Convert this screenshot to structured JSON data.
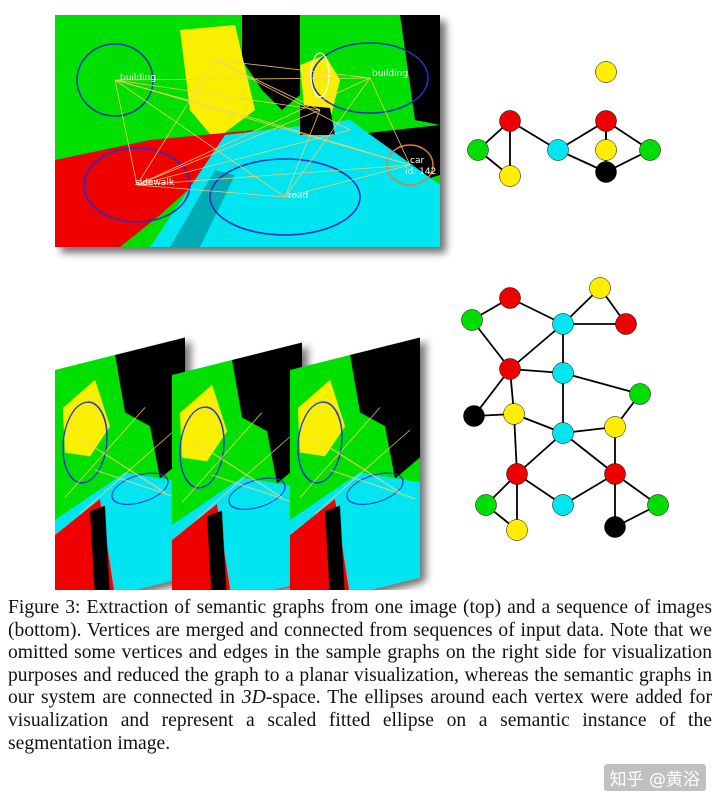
{
  "figure": {
    "caption": {
      "label": "Figure 3:",
      "text_part1": " Extraction of semantic graphs from one image (top) and a sequence of images (bottom). Vertices are merged and connected from sequences of input data. Note that we omitted some vertices and edges in the sample graphs on the right side for visualization purposes and reduced the graph to a planar visualization, whereas the semantic graphs in our system are connected in ",
      "text_em": "3D",
      "text_part2": "-space. The ellipses around each vertex were added for visualization and represent a scaled fitted ellipse on a semantic instance of the segmentation image."
    },
    "top_image_labels": {
      "building_left": "building",
      "building_right": "building",
      "sidewalk": "sidewalk",
      "road": "road",
      "car": "car",
      "car_id": "id: 142"
    },
    "watermark": "知乎 @黄浴",
    "colors": {
      "vegetation": "#00e000",
      "building": "#000000",
      "pole": "#f8f000",
      "road": "#00e5f0",
      "sidewalk": "#f00000",
      "vertex_red": "#ee0000",
      "vertex_green": "#00dd00",
      "vertex_yellow": "#ffee00",
      "vertex_cyan": "#00e6ee",
      "vertex_black": "#000000"
    },
    "graph_top": {
      "nodes": [
        {
          "id": "y1",
          "color": "vertex_yellow"
        },
        {
          "id": "r1",
          "color": "vertex_red"
        },
        {
          "id": "g1",
          "color": "vertex_green"
        },
        {
          "id": "y2",
          "color": "vertex_yellow"
        },
        {
          "id": "c1",
          "color": "vertex_cyan"
        },
        {
          "id": "r2",
          "color": "vertex_red"
        },
        {
          "id": "y3",
          "color": "vertex_yellow"
        },
        {
          "id": "g2",
          "color": "vertex_green"
        },
        {
          "id": "k1",
          "color": "vertex_black"
        }
      ],
      "edges": [
        [
          "r1",
          "g1"
        ],
        [
          "r1",
          "y2"
        ],
        [
          "g1",
          "y2"
        ],
        [
          "r1",
          "c1"
        ],
        [
          "c1",
          "r2"
        ],
        [
          "c1",
          "k1"
        ],
        [
          "r2",
          "y3"
        ],
        [
          "r2",
          "g2"
        ],
        [
          "r2",
          "k1"
        ],
        [
          "k1",
          "g2"
        ]
      ]
    },
    "graph_bottom": {
      "nodes": [
        {
          "id": "r_top",
          "color": "vertex_red"
        },
        {
          "id": "y_top",
          "color": "vertex_yellow"
        },
        {
          "id": "g_tl",
          "color": "vertex_green"
        },
        {
          "id": "c_a",
          "color": "vertex_cyan"
        },
        {
          "id": "r_tr",
          "color": "vertex_red"
        },
        {
          "id": "r_mid",
          "color": "vertex_red"
        },
        {
          "id": "c_b",
          "color": "vertex_cyan"
        },
        {
          "id": "g_r",
          "color": "vertex_green"
        },
        {
          "id": "k_l",
          "color": "vertex_black"
        },
        {
          "id": "y_l",
          "color": "vertex_yellow"
        },
        {
          "id": "c_c",
          "color": "vertex_cyan"
        },
        {
          "id": "y_r",
          "color": "vertex_yellow"
        },
        {
          "id": "r_b1",
          "color": "vertex_red"
        },
        {
          "id": "r_b2",
          "color": "vertex_red"
        },
        {
          "id": "g_bl",
          "color": "vertex_green"
        },
        {
          "id": "c_d",
          "color": "vertex_cyan"
        },
        {
          "id": "g_br",
          "color": "vertex_green"
        },
        {
          "id": "y_b",
          "color": "vertex_yellow"
        },
        {
          "id": "k_b",
          "color": "vertex_black"
        }
      ],
      "edges": [
        [
          "r_top",
          "g_tl"
        ],
        [
          "r_top",
          "c_a"
        ],
        [
          "y_top",
          "c_a"
        ],
        [
          "y_top",
          "r_tr"
        ],
        [
          "c_a",
          "r_tr"
        ],
        [
          "g_tl",
          "r_mid"
        ],
        [
          "c_a",
          "r_mid"
        ],
        [
          "c_a",
          "c_b"
        ],
        [
          "r_mid",
          "c_b"
        ],
        [
          "c_b",
          "g_r"
        ],
        [
          "r_mid",
          "k_l"
        ],
        [
          "r_mid",
          "y_l"
        ],
        [
          "k_l",
          "y_l"
        ],
        [
          "y_l",
          "c_c"
        ],
        [
          "c_b",
          "c_c"
        ],
        [
          "g_r",
          "y_r"
        ],
        [
          "c_c",
          "y_r"
        ],
        [
          "y_l",
          "r_b1"
        ],
        [
          "c_c",
          "r_b1"
        ],
        [
          "c_c",
          "r_b2"
        ],
        [
          "y_r",
          "r_b2"
        ],
        [
          "r_b1",
          "g_bl"
        ],
        [
          "r_b1",
          "c_d"
        ],
        [
          "r_b2",
          "c_d"
        ],
        [
          "g_bl",
          "y_b"
        ],
        [
          "r_b1",
          "y_b"
        ],
        [
          "r_b2",
          "k_b"
        ],
        [
          "r_b2",
          "g_br"
        ],
        [
          "k_b",
          "g_br"
        ]
      ]
    }
  }
}
